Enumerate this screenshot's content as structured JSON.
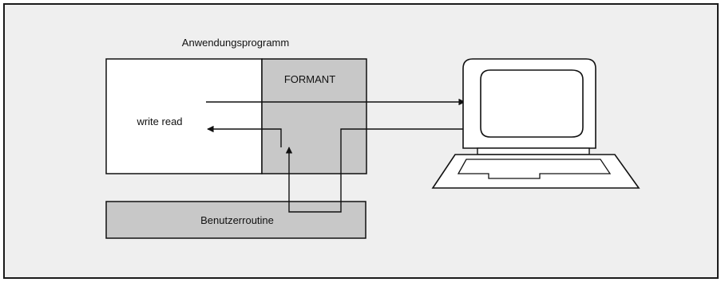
{
  "diagram": {
    "title": "Anwendungsprogramm",
    "app_box_label": "write read",
    "formant_label": "FORMANT",
    "routine_label": "Benutzerroutine"
  },
  "colors": {
    "background": "#efefef",
    "white_box": "#ffffff",
    "shaded_box": "#c8c8c8",
    "line": "#111111"
  },
  "icons": {
    "terminal": "computer-terminal-icon"
  }
}
